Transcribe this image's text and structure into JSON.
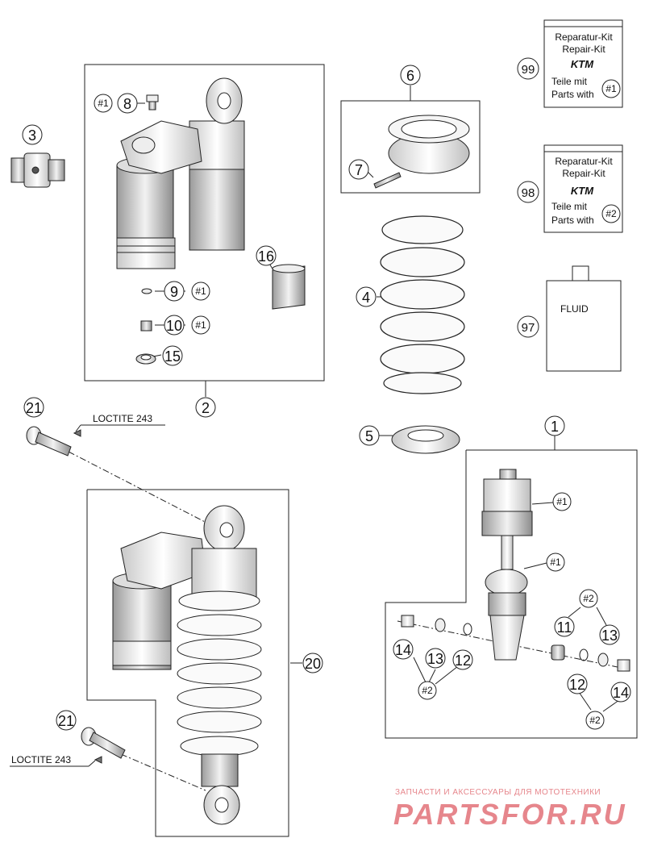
{
  "callouts": {
    "n1": "1",
    "n2": "2",
    "n3": "3",
    "n4": "4",
    "n5": "5",
    "n6": "6",
    "n7": "7",
    "n8": "8",
    "n9": "9",
    "n10": "10",
    "n11": "11",
    "n12": "12",
    "n13": "13",
    "n14": "14",
    "n15": "15",
    "n16": "16",
    "n20": "20",
    "n21": "21",
    "n97": "97",
    "n98": "98",
    "n99": "99"
  },
  "kit_tags": {
    "t1": "#1",
    "t2": "#2"
  },
  "labels": {
    "loctite": "LOCTITE 243",
    "fluid": "FLUID"
  },
  "kit99": {
    "line1": "Reparatur-Kit",
    "line2": "Repair-Kit",
    "brand": "KTM",
    "line3": "Teile mit",
    "line4": "Parts with",
    "tag": "#1"
  },
  "kit98": {
    "line1": "Reparatur-Kit",
    "line2": "Repair-Kit",
    "brand": "KTM",
    "line3": "Teile mit",
    "line4": "Parts with",
    "tag": "#2"
  },
  "watermark": {
    "top": "ЗАПЧАСТИ И АКСЕССУАРЫ ДЛЯ МОТОТЕХНИКИ",
    "brand": "PARTSFOR.RU"
  },
  "colors": {
    "line": "#222222",
    "watermark": "#e6868c"
  }
}
